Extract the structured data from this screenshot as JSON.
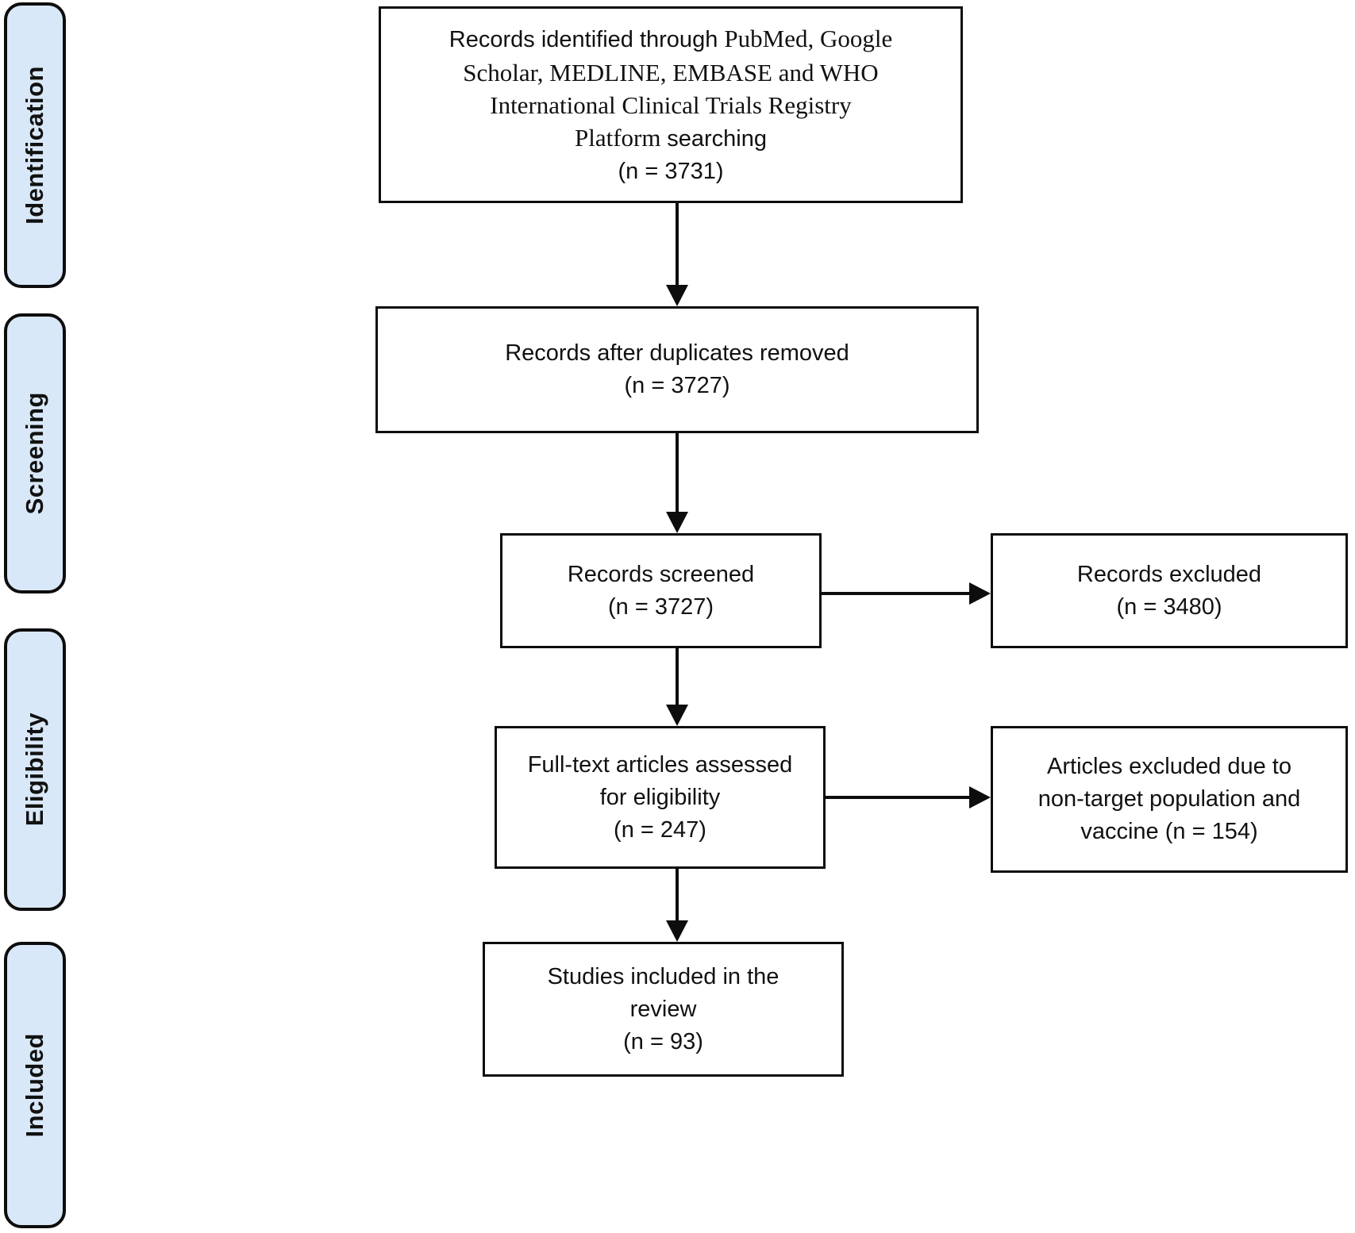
{
  "colors": {
    "stage_fill": "#d9e8f8",
    "stage_border": "#0d0d0d",
    "box_border": "#0d0d0d",
    "background": "#ffffff",
    "text": "#111111"
  },
  "stages": [
    {
      "label": "Identification"
    },
    {
      "label": "Screening"
    },
    {
      "label": "Eligibility"
    },
    {
      "label": "Included"
    }
  ],
  "boxes": {
    "identification": {
      "line1_sans": "Records identified through ",
      "line1_serif": "PubMed, Google",
      "line2": "Scholar, MEDLINE, EMBASE and WHO",
      "line3": "International Clinical Trials Registry",
      "line4_serif": "Platform ",
      "line4_sans": "searching",
      "count": "(n = 3731)"
    },
    "duplicates_removed": {
      "text": "Records after duplicates removed",
      "count": "(n = 3727)"
    },
    "records_screened": {
      "text": "Records screened",
      "count": "(n = 3727)"
    },
    "records_excluded": {
      "text": "Records excluded",
      "count": "(n = 3480)"
    },
    "fulltext_assessed": {
      "line1": "Full-text articles assessed",
      "line2": "for eligibility",
      "count": "(n = 247)"
    },
    "articles_excluded": {
      "line1": "Articles excluded due to",
      "line2": "non-target population and",
      "line3": "vaccine (n = 154)"
    },
    "studies_included": {
      "line1": "Studies included in the",
      "line2": "review",
      "count": "(n = 93)"
    }
  }
}
